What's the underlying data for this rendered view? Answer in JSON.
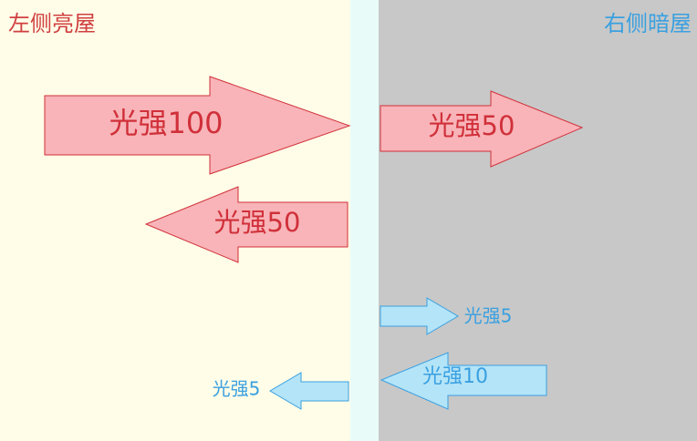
{
  "rooms": {
    "left": {
      "title": "左侧亮屋",
      "color": "#d03f3f",
      "bg": "#fffde8"
    },
    "glass": {
      "bg": "#e8fbf9"
    },
    "right": {
      "title": "右侧暗屋",
      "color": "#3aa0e0",
      "bg": "#c8c8c8"
    }
  },
  "arrows": {
    "incident_left": {
      "label": "光强100",
      "fill": "#f8b4b8",
      "stroke": "#d0303a",
      "text_color": "#d0303a"
    },
    "transmit_right": {
      "label": "光强50",
      "fill": "#f8b4b8",
      "stroke": "#d0303a",
      "text_color": "#d0303a"
    },
    "reflect_left": {
      "label": "光强50",
      "fill": "#f8b4b8",
      "stroke": "#d0303a",
      "text_color": "#d0303a"
    },
    "reflect_right_small": {
      "label": "光强5",
      "fill": "#b4e4f8",
      "stroke": "#3aa0e0",
      "text_color": "#3aa0e0"
    },
    "incident_right": {
      "label": "光强10",
      "fill": "#b4e4f8",
      "stroke": "#3aa0e0",
      "text_color": "#3aa0e0"
    },
    "transmit_left_small": {
      "label": "光强5",
      "fill": "#b4e4f8",
      "stroke": "#3aa0e0",
      "text_color": "#3aa0e0"
    }
  }
}
